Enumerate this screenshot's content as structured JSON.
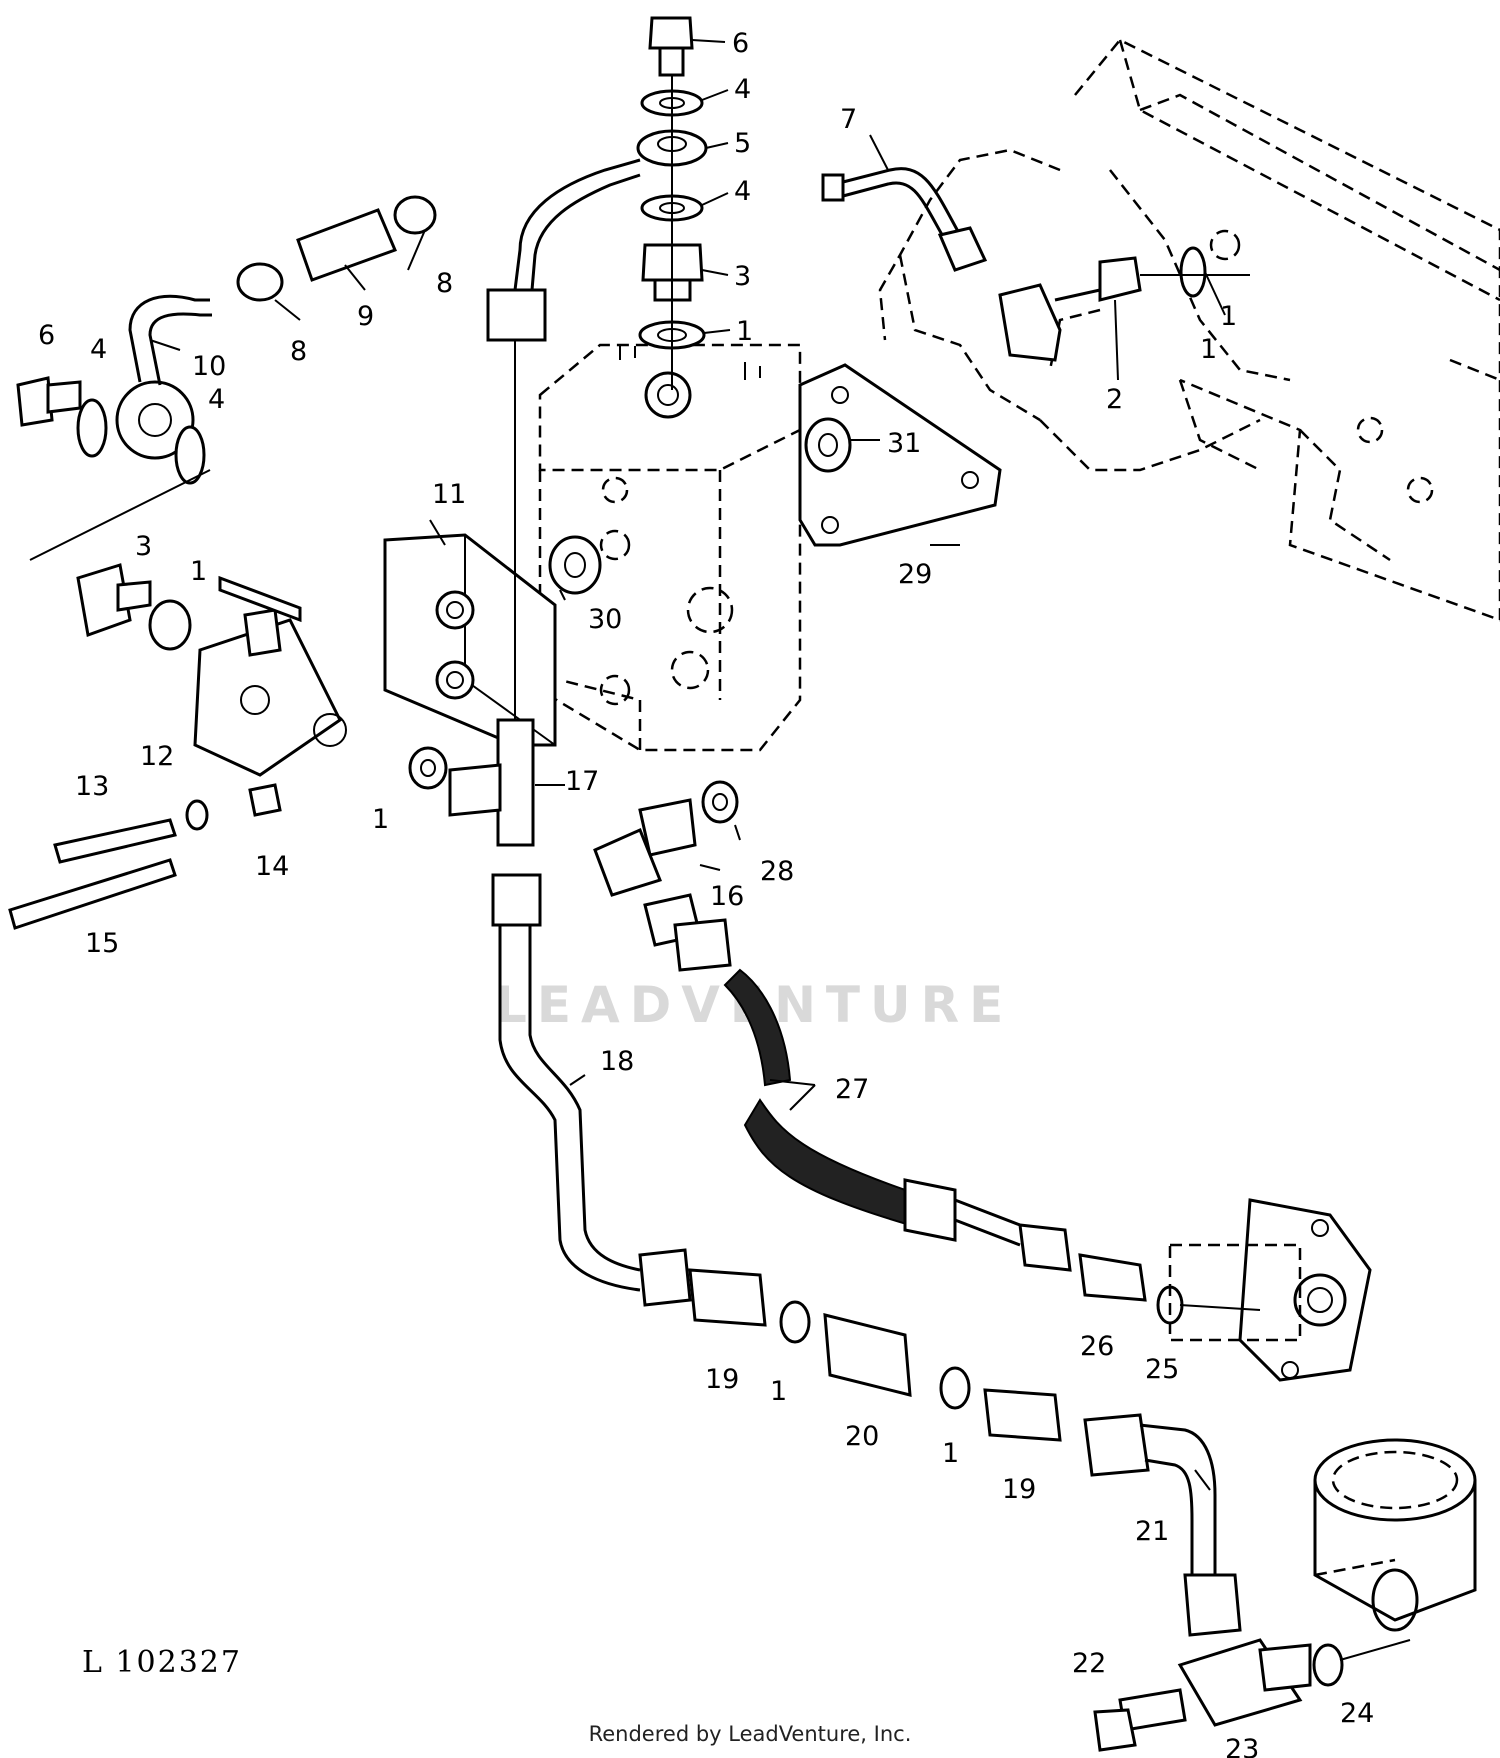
{
  "diagram": {
    "reference_code": "L 102327",
    "watermark": "LEADVENTURE",
    "footer": "Rendered by LeadVenture, Inc.",
    "callouts": [
      {
        "id": "c6a",
        "text": "6"
      },
      {
        "id": "c4a",
        "text": "4"
      },
      {
        "id": "c5",
        "text": "5"
      },
      {
        "id": "c4b",
        "text": "4"
      },
      {
        "id": "c3a",
        "text": "3"
      },
      {
        "id": "c1a",
        "text": "1"
      },
      {
        "id": "c7",
        "text": "7"
      },
      {
        "id": "c8a",
        "text": "8"
      },
      {
        "id": "c9",
        "text": "9"
      },
      {
        "id": "c8b",
        "text": "8"
      },
      {
        "id": "c10",
        "text": "10"
      },
      {
        "id": "c6b",
        "text": "6"
      },
      {
        "id": "c4c",
        "text": "4"
      },
      {
        "id": "c4d",
        "text": "4"
      },
      {
        "id": "c1b",
        "text": "1"
      },
      {
        "id": "c1c",
        "text": "1"
      },
      {
        "id": "c2",
        "text": "2"
      },
      {
        "id": "c31",
        "text": "31"
      },
      {
        "id": "c11",
        "text": "11"
      },
      {
        "id": "c29",
        "text": "29"
      },
      {
        "id": "c3b",
        "text": "3"
      },
      {
        "id": "c1d",
        "text": "1"
      },
      {
        "id": "c30",
        "text": "30"
      },
      {
        "id": "c13",
        "text": "13"
      },
      {
        "id": "c12",
        "text": "12"
      },
      {
        "id": "c14",
        "text": "14"
      },
      {
        "id": "c15",
        "text": "15"
      },
      {
        "id": "c1e",
        "text": "1"
      },
      {
        "id": "c17",
        "text": "17"
      },
      {
        "id": "c28",
        "text": "28"
      },
      {
        "id": "c16",
        "text": "16"
      },
      {
        "id": "c18",
        "text": "18"
      },
      {
        "id": "c27",
        "text": "27"
      },
      {
        "id": "c19a",
        "text": "19"
      },
      {
        "id": "c1f",
        "text": "1"
      },
      {
        "id": "c20",
        "text": "20"
      },
      {
        "id": "c1g",
        "text": "1"
      },
      {
        "id": "c19b",
        "text": "19"
      },
      {
        "id": "c26",
        "text": "26"
      },
      {
        "id": "c25",
        "text": "25"
      },
      {
        "id": "c21",
        "text": "21"
      },
      {
        "id": "c22",
        "text": "22"
      },
      {
        "id": "c23",
        "text": "23"
      },
      {
        "id": "c24",
        "text": "24"
      }
    ]
  }
}
